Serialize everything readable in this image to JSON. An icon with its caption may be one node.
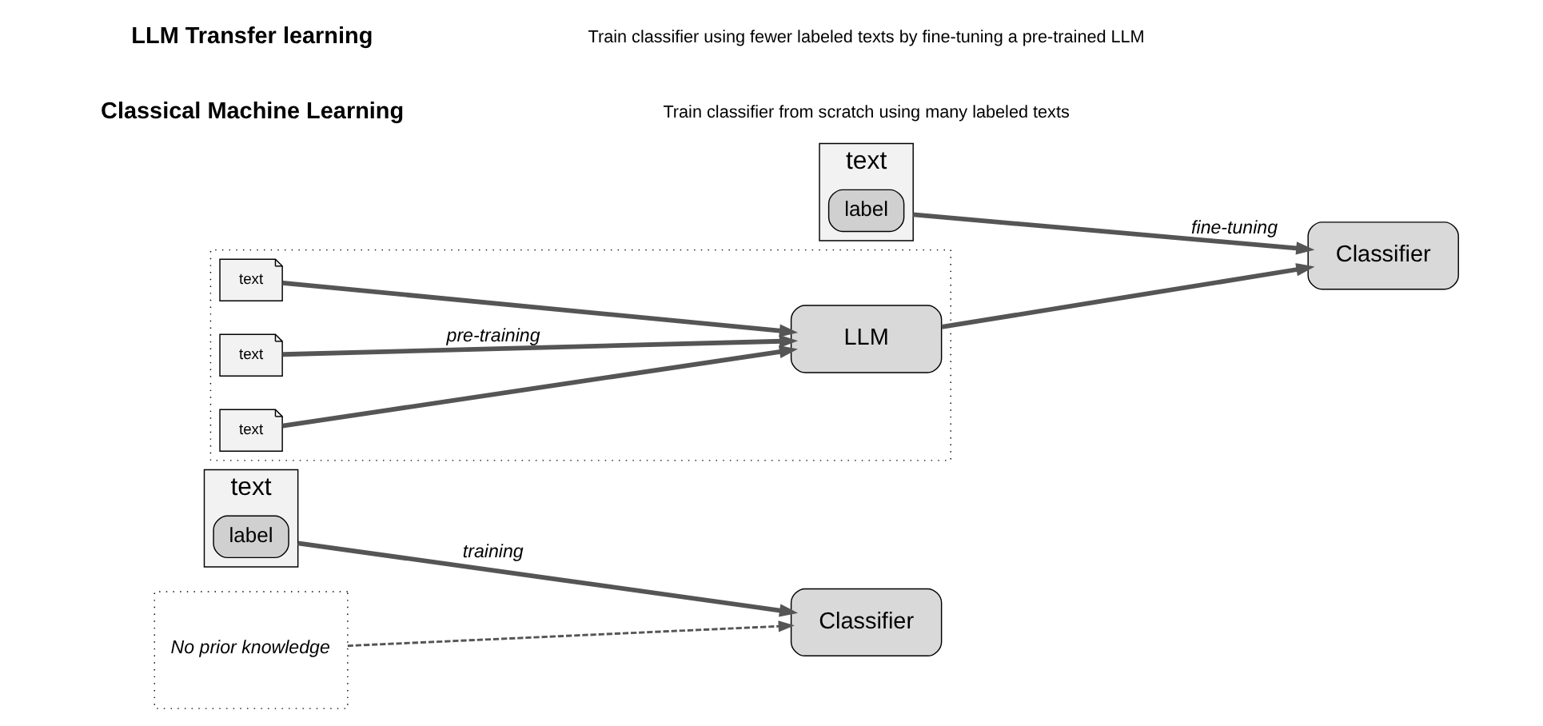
{
  "diagram": {
    "nodes": [
      {
        "text": [
          "text"
        ]
      },
      {
        "text": [
          "label"
        ],
        "in": 0
      },
      {
        "text": [
          "Classifier"
        ]
      },
      {
        "text": [
          "No prior knowledge"
        ]
      },
      {
        "text": [
          "text"
        ]
      },
      {
        "text": [
          "label"
        ],
        "in": 4
      },
      {
        "text": [
          "Classifier"
        ]
      },
      {
        "text": [],
        "shape": "box"
      },
      {
        "text": [
          "text"
        ],
        "in": 7
      },
      {
        "text": [
          "text"
        ],
        "in": 7
      },
      {
        "text": [
          "text"
        ],
        "in": 7
      },
      {
        "text": [
          "LLM"
        ],
        "in": 7
      }
    ],
    "edges": [
      {
        "from": 0,
        "to": 2,
        "arrow": "to",
        "label": "training"
      },
      {
        "from": 3,
        "to": 2,
        "arrow": "to",
        "style": "dashed"
      },
      {
        "from": 4,
        "to": 6,
        "arrow": "to",
        "label": "fine-tuning"
      },
      {
        "from": 8,
        "to": 11,
        "arrow": "to"
      },
      {
        "from": 9,
        "to": 11,
        "arrow": "to",
        "label": "pre-training"
      },
      {
        "from": 10,
        "to": 11,
        "arrow": "to"
      },
      {
        "from": 11,
        "to": 6,
        "arrow": "to"
      }
    ],
    "labels": [
      "Classical Machine Learning",
      "Train classifier from scratch using many labeled texts",
      "LLM Transfer learning",
      "Train classifier using fewer labeled texts by fine-tuning a pre-trained LLM"
    ]
  }
}
